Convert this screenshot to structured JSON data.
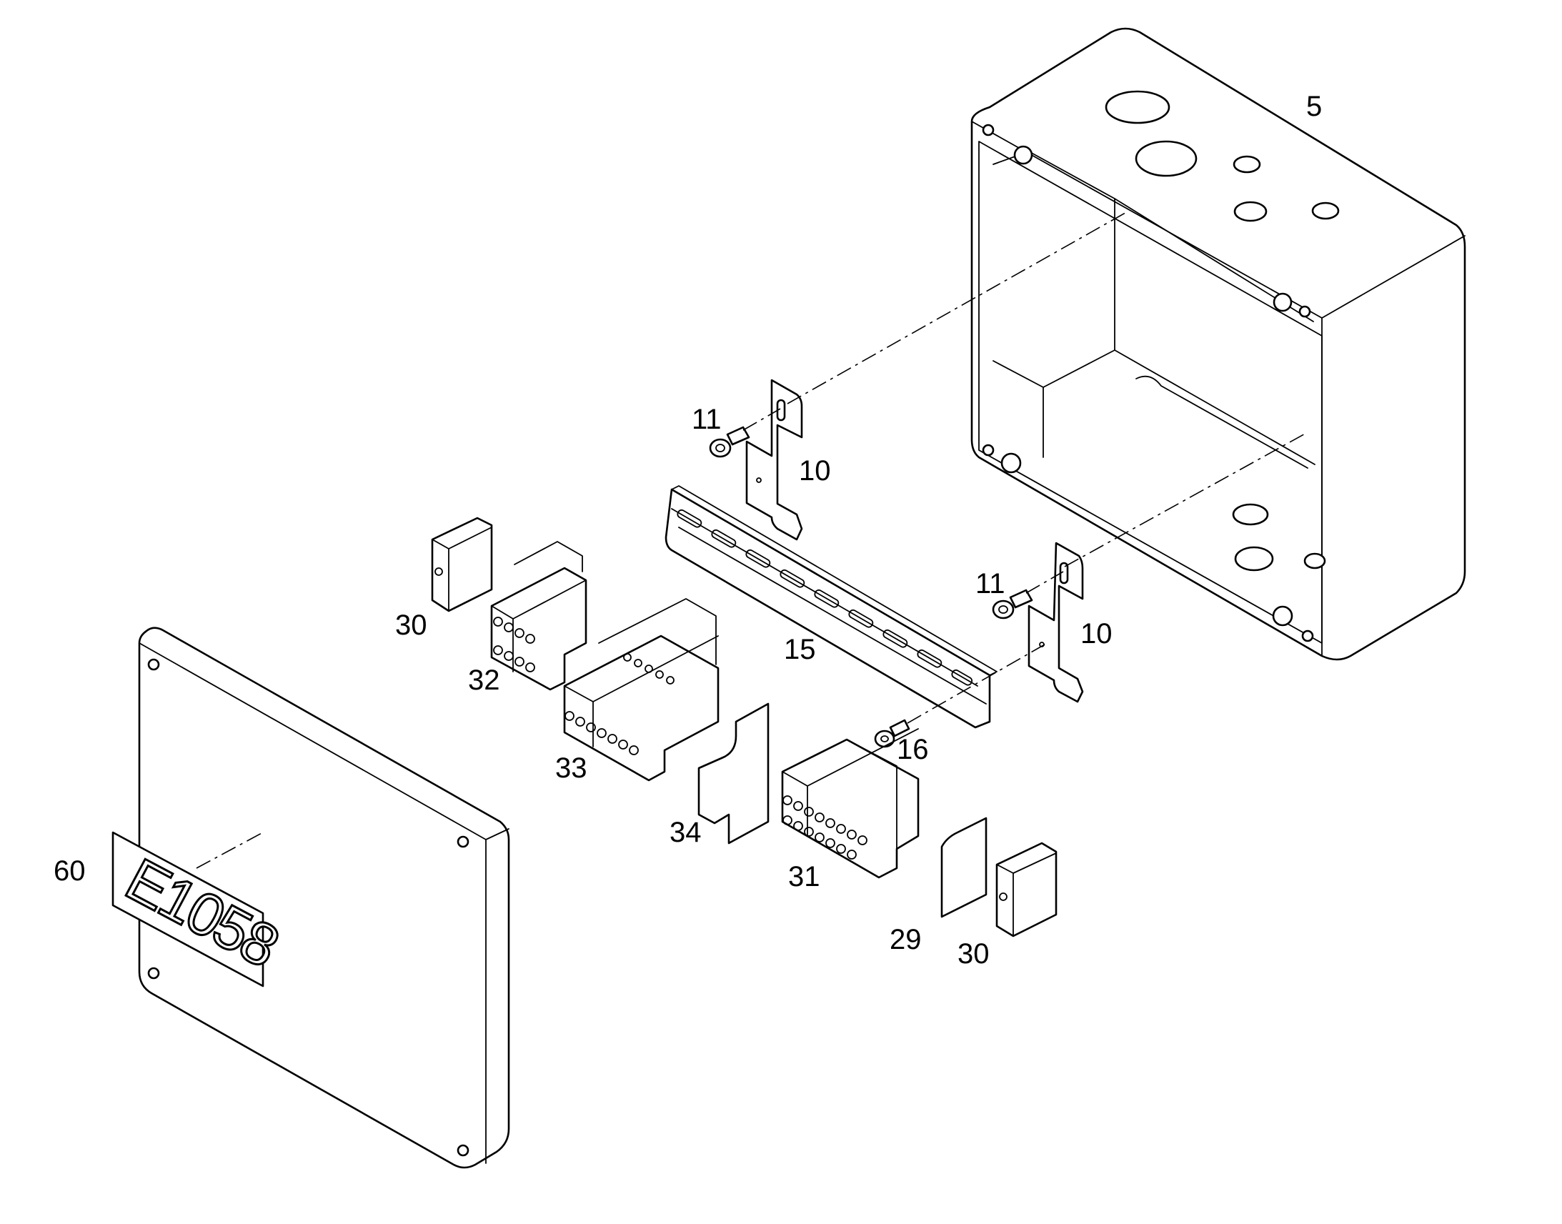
{
  "diagram": {
    "type": "exploded-parts-diagram",
    "part_numbers": {
      "enclosure": "5",
      "bracket_top": "10",
      "bracket_bottom": "10",
      "screw_top": "11",
      "screw_bottom": "11",
      "din_rail": "15",
      "rail_screw": "16",
      "end_cover_plate": "29",
      "end_clamp_left": "30",
      "end_clamp_right": "30",
      "terminal_block_right": "31",
      "terminal_block_left": "32",
      "terminal_block_middle": "33",
      "separator_plate": "34",
      "lid": "60"
    },
    "label_plate_text": "E1058"
  }
}
